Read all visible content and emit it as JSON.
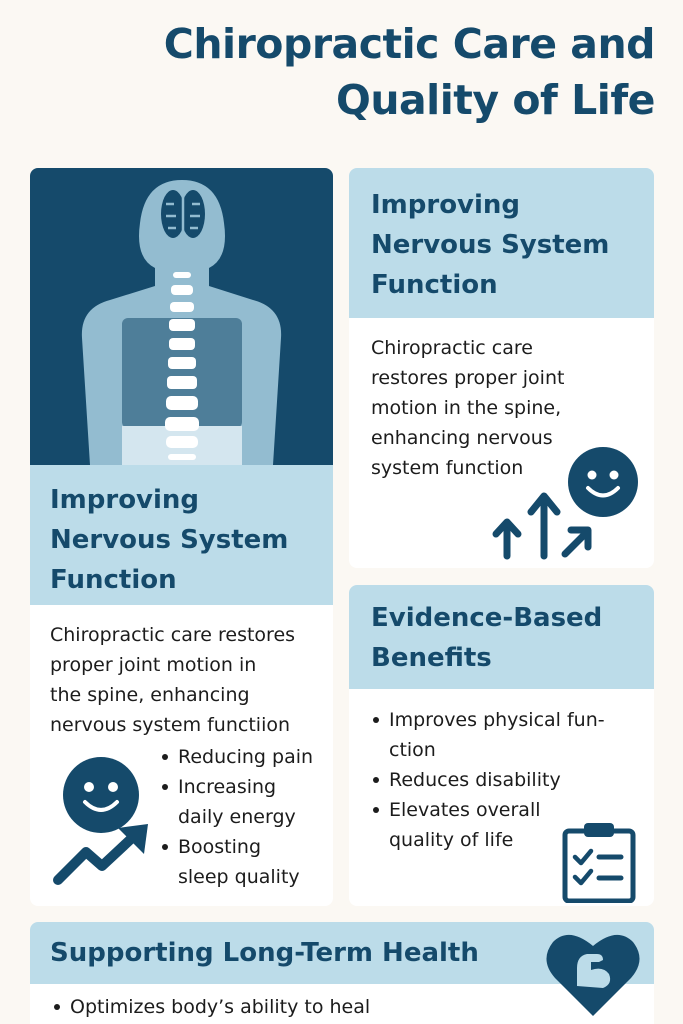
{
  "title": {
    "line1": "Chiropractic Care and",
    "line2": "Quality of Life"
  },
  "card_left": {
    "heading": [
      "Improving",
      "Nervous System",
      "Function"
    ],
    "description": [
      "Chiropractic care restores",
      "proper joint motion in",
      "the spine, enhancing",
      "nervous system functiion"
    ],
    "bullets": [
      [
        "Reducing pain"
      ],
      [
        "Increasing",
        "daily energy"
      ],
      [
        "Boosting",
        "sleep quality"
      ]
    ],
    "icons": [
      "spine-illustration",
      "smiley-face-icon",
      "trend-up-arrow-icon"
    ]
  },
  "card_right_top": {
    "heading": [
      "Improving",
      "Nervous System",
      "Function"
    ],
    "description": [
      "Chiropractic care",
      "restores proper joint",
      "motion in the spine,",
      "enhancing nervous",
      "system function"
    ],
    "icons": [
      "smiley-face-icon",
      "up-arrows-icon"
    ]
  },
  "card_right_mid": {
    "heading": [
      "Evidence-Based",
      "Benefits"
    ],
    "bullets": [
      [
        "Improves physical fun-",
        "ction"
      ],
      [
        "Reduces disability"
      ],
      [
        "Elevates overall",
        "quality of life"
      ]
    ],
    "icons": [
      "clipboard-checklist-icon"
    ]
  },
  "card_bottom": {
    "heading": "Supporting Long-Term Health",
    "bullets": [
      "Optimizes body’s ability to heal"
    ],
    "icons": [
      "heart-muscle-icon"
    ]
  },
  "colors": {
    "primary": "#154a6b",
    "header_bg": "#bcdce9",
    "page_bg": "#fbf8f3",
    "silhouette": "#93bcd0"
  }
}
